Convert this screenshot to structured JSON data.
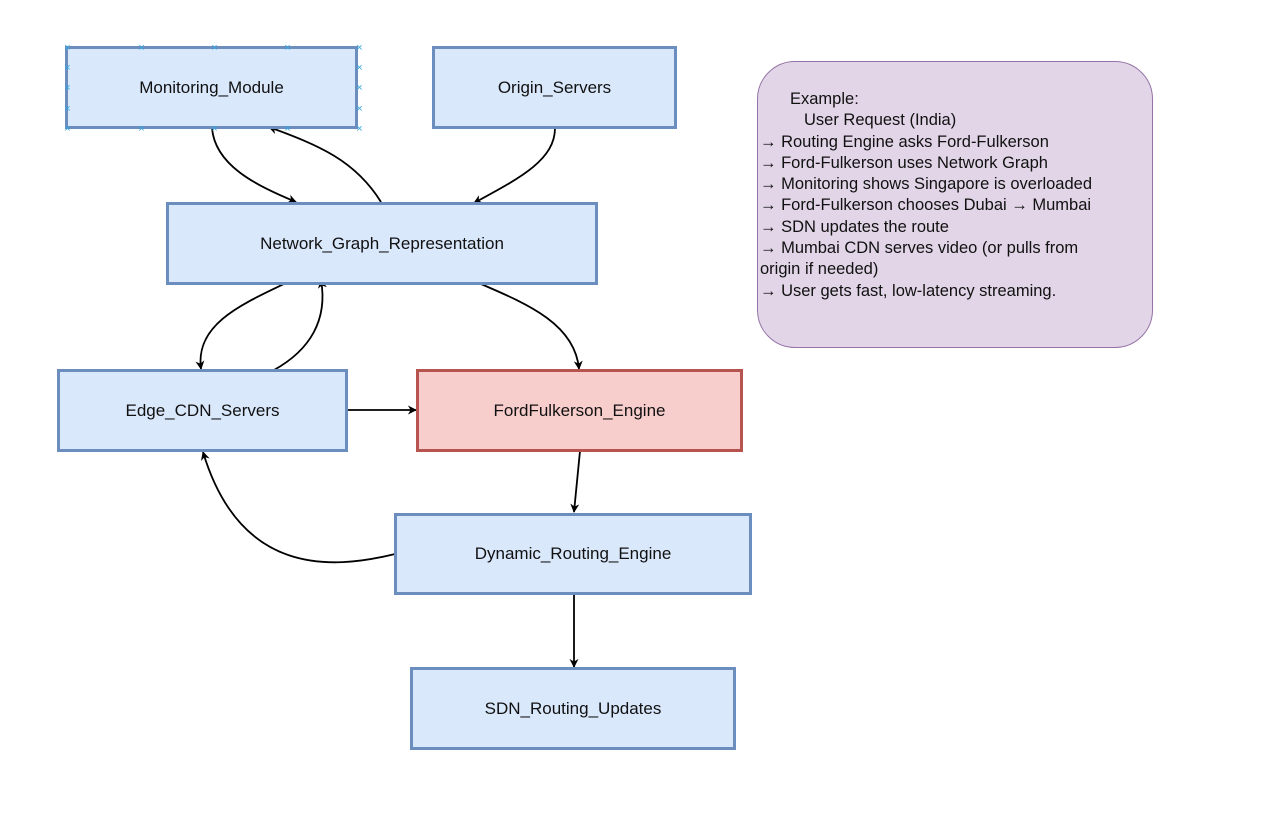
{
  "diagram": {
    "nodes": {
      "monitoring": "Monitoring_Module",
      "origin": "Origin_Servers",
      "graph": "Network_Graph_Representation",
      "edge_cdn": "Edge_CDN_Servers",
      "ford": "FordFulkerson_Engine",
      "dynamic": "Dynamic_Routing_Engine",
      "sdn": "SDN_Routing_Updates"
    },
    "colors": {
      "node_fill": "#dae8fc",
      "node_border": "#6c8ebf",
      "highlight_fill": "#f8cecc",
      "highlight_border": "#b85450",
      "note_fill": "#e1d5e7",
      "note_border": "#9673a6",
      "selection_handle": "#33a6e0"
    },
    "note_lines": [
      "Example:",
      "User Request (India)",
      "→ Routing Engine asks Ford-Fulkerson",
      "→ Ford-Fulkerson uses Network Graph",
      "→ Monitoring shows Singapore is overloaded",
      "→ Ford-Fulkerson chooses Dubai → Mumbai",
      "→ SDN updates the route",
      "→ Mumbai CDN serves video (or pulls from",
      "origin if needed)",
      "→ User gets fast, low-latency streaming."
    ]
  }
}
